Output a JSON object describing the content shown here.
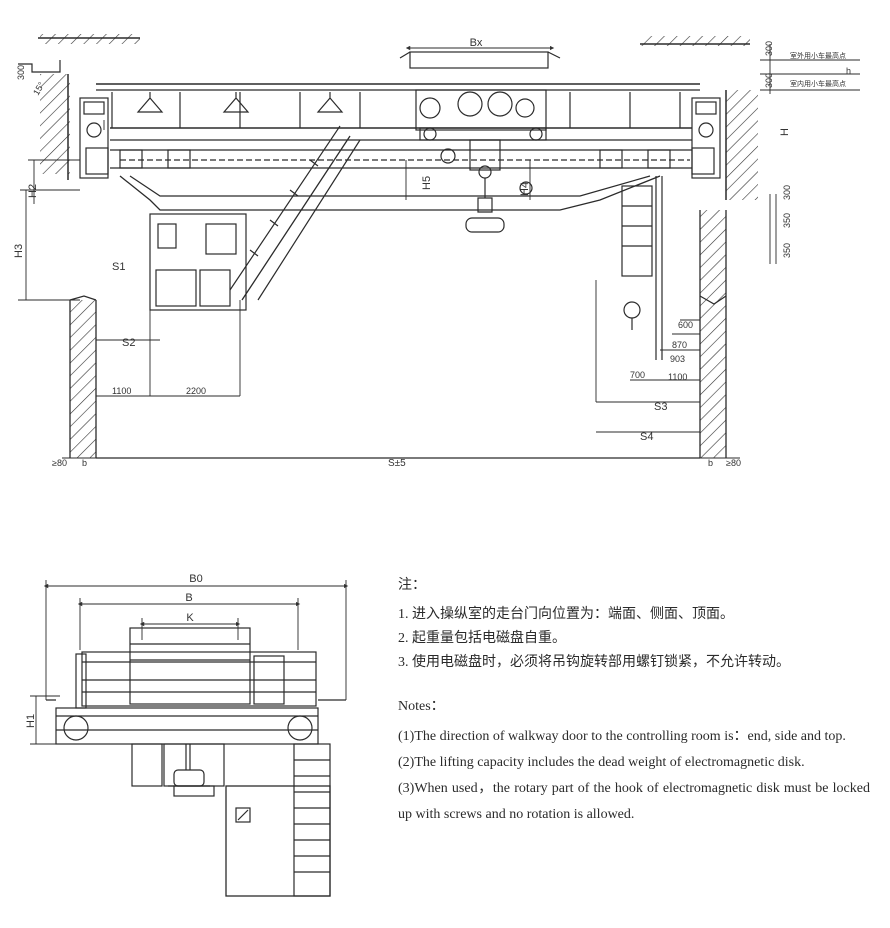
{
  "top_view": {
    "dims": {
      "bx": "Bx",
      "h2": "H2",
      "h3": "H3",
      "h5": "H5",
      "h4": "H4",
      "h": "H",
      "s1": "S1",
      "s2": "S2",
      "s3": "S3",
      "s4": "S4",
      "d1100_left": "1100",
      "d2200": "2200",
      "d600": "600",
      "d870": "870",
      "d903": "903",
      "d700": "700",
      "d1100_right": "1100",
      "d300_right": "300",
      "d350_a": "350",
      "d350_b": "350",
      "d300_tl": "300",
      "angle": "15°",
      "d300_top_a": "300",
      "d300_top_b": "300",
      "ge80_left": "≥80",
      "b_left": "b",
      "span": "S±5",
      "b_right": "b",
      "ge80_right": "≥80",
      "clear_outdoor": "室外用小车最高点",
      "clear_indoor": "室内用小车最高点",
      "small_h": "h"
    }
  },
  "side_view": {
    "dims": {
      "b0": "B0",
      "b": "B",
      "k": "K",
      "h1": "H1"
    }
  },
  "notes": {
    "zh_title": "注：",
    "zh": [
      "1.  进入操纵室的走台门向位置为：端面、侧面、顶面。",
      "2.  起重量包括电磁盘自重。",
      "3.  使用电磁盘时，必须将吊钩旋转部用螺钉锁紧，不允许转动。"
    ],
    "en_title": "Notes：",
    "en": [
      "(1)The direction of walkway door to the controlling room is：end, side and top.",
      "(2)The lifting capacity includes the dead weight of electromagnetic disk.",
      "(3)When used，the rotary part of the hook of electromagnetic disk must be locked up with screws and no rotation is allowed."
    ]
  }
}
